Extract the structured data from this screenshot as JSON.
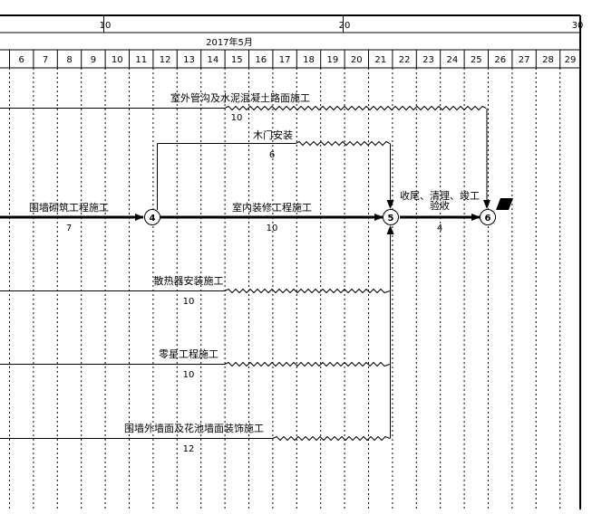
{
  "scale": {
    "ticks": [
      {
        "value": 10,
        "label": "10"
      },
      {
        "value": 20,
        "label": "20"
      },
      {
        "value": 30,
        "label": "30"
      }
    ],
    "month": "2017年5月",
    "days": [
      {
        "index": 5,
        "label": "6"
      },
      {
        "index": 6,
        "label": "7"
      },
      {
        "index": 7,
        "label": "8"
      },
      {
        "index": 8,
        "label": "9"
      },
      {
        "index": 9,
        "label": "10"
      },
      {
        "index": 10,
        "label": "11"
      },
      {
        "index": 11,
        "label": "12"
      },
      {
        "index": 12,
        "label": "13"
      },
      {
        "index": 13,
        "label": "14"
      },
      {
        "index": 14,
        "label": "15"
      },
      {
        "index": 15,
        "label": "16"
      },
      {
        "index": 16,
        "label": "17"
      },
      {
        "index": 17,
        "label": "18"
      },
      {
        "index": 18,
        "label": "19"
      },
      {
        "index": 19,
        "label": "20"
      },
      {
        "index": 20,
        "label": "21"
      },
      {
        "index": 21,
        "label": "22"
      },
      {
        "index": 22,
        "label": "23"
      },
      {
        "index": 23,
        "label": "24"
      },
      {
        "index": 24,
        "label": "25"
      },
      {
        "index": 25,
        "label": "26"
      },
      {
        "index": 26,
        "label": "27"
      },
      {
        "index": 27,
        "label": "28"
      },
      {
        "index": 28,
        "label": "29"
      }
    ]
  },
  "nodes": [
    {
      "id": "4",
      "label": "4",
      "day": 11
    },
    {
      "id": "5",
      "label": "5",
      "day": 21
    },
    {
      "id": "6",
      "label": "6",
      "day": 25
    }
  ],
  "tasks": [
    {
      "key": "outdoor_road",
      "name": "室外管沟及水泥混凝土路面施工",
      "duration": "10",
      "critical": false
    },
    {
      "key": "wood_door",
      "name": "木门安装",
      "duration": "6",
      "critical": false
    },
    {
      "key": "wall_masonry",
      "name": "围墙砌筑工程施工",
      "duration": "7",
      "critical": true
    },
    {
      "key": "interior",
      "name": "室内装修工程施工",
      "duration": "10",
      "critical": true
    },
    {
      "key": "final",
      "name_line1": "收尾、清理、竣工",
      "name_line2": "验收",
      "duration": "4",
      "critical": true
    },
    {
      "key": "radiator",
      "name": "散热器安装施工",
      "duration": "10",
      "critical": false
    },
    {
      "key": "misc",
      "name": "零星工程施工",
      "duration": "10",
      "critical": false
    },
    {
      "key": "fence_facade",
      "name": "围墙外墙面及花池墙面装饰施工",
      "duration": "12",
      "critical": false
    }
  ]
}
